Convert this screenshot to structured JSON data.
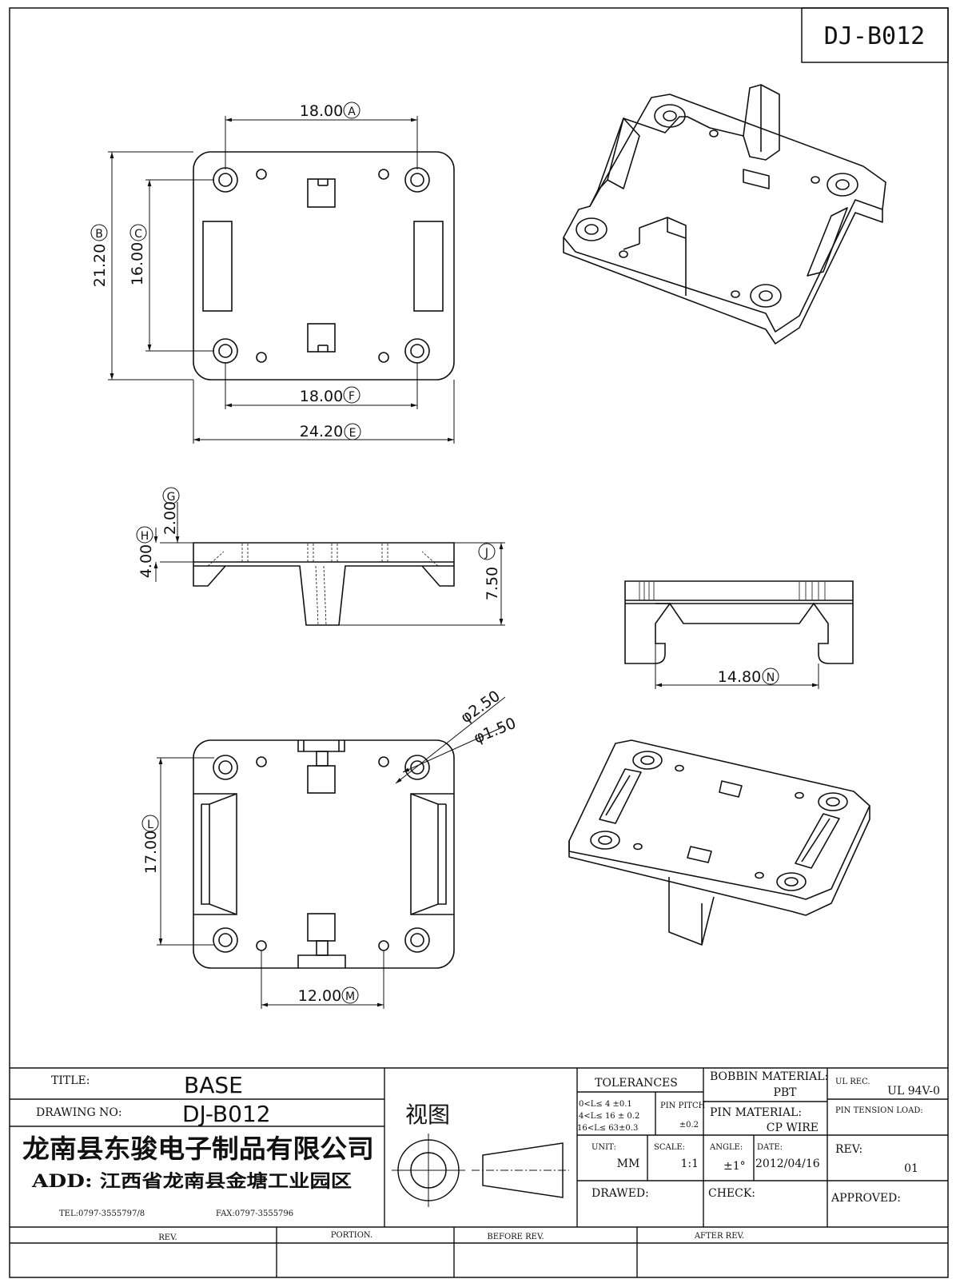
{
  "header": {
    "drawing_code": "DJ-B012"
  },
  "dimensions": {
    "top_width": "18.00",
    "top_width_letter": "A",
    "overall_height": "21.20",
    "overall_height_letter": "B",
    "hole_pitch_vertical": "16.00",
    "hole_pitch_vertical_letter": "C",
    "bottom_width": "18.00",
    "bottom_width_letter": "F",
    "overall_width": "24.20",
    "overall_width_letter": "E",
    "flange_thickness": "2.00",
    "flange_thickness_letter": "G",
    "base_height": "4.00",
    "base_height_letter": "H",
    "total_height": "7.50",
    "total_height_letter": "J",
    "side_span": "14.80",
    "side_span_letter": "N",
    "hole_diameter_outer": "φ2.50",
    "hole_diameter_inner": "φ1.50",
    "bottom_hole_pitch": "17.00",
    "bottom_hole_pitch_letter": "L",
    "bottom_pin_pitch": "12.00",
    "bottom_pin_pitch_letter": "M"
  },
  "title_block": {
    "title_label": "TITLE:",
    "title_value": "BASE",
    "drawing_no_label": "DRAWING NO:",
    "drawing_no_value": "DJ-B012",
    "company": "龙南县东骏电子制品有限公司",
    "address": "ADD: 江西省龙南县金塘工业园区",
    "tel": "TEL:0797-3555797/8",
    "fax": "FAX:0797-3555796",
    "view_label": "视图",
    "tolerances_label": "TOLERANCES",
    "tol_row1": "0<L≤ 4   ±0.1",
    "tol_row2": "4<L≤ 16  ±  0.2",
    "tol_row3": "16<L≤ 63±0.3",
    "pin_pitch_label": "PIN PITCH",
    "pin_pitch_value": "±0.2",
    "bobbin_material_label": "BOBBIN MATERIAL:",
    "bobbin_material_value": "PBT",
    "pin_material_label": "PIN MATERIAL:",
    "pin_material_value": "CP WIRE",
    "ul_rec_label": "UL REC.",
    "ul_rec_value": "UL  94V-0",
    "pin_tension_label": "PIN TENSION LOAD:",
    "unit_label": "UNIT:",
    "unit_value": "MM",
    "scale_label": "SCALE:",
    "scale_value": "1:1",
    "angle_label": "ANGLE:",
    "angle_value": "±1°",
    "date_label": "DATE:",
    "date_value": "2012/04/16",
    "rev_label": "REV:",
    "rev_value": "01",
    "drawed_label": "DRAWED:",
    "check_label": "CHECK:",
    "approved_label": "APPROVED:"
  },
  "revision_row": {
    "rev": "REV.",
    "portion": "PORTION.",
    "before_rev": "BEFORE REV.",
    "after_rev": "AFTER REV."
  }
}
